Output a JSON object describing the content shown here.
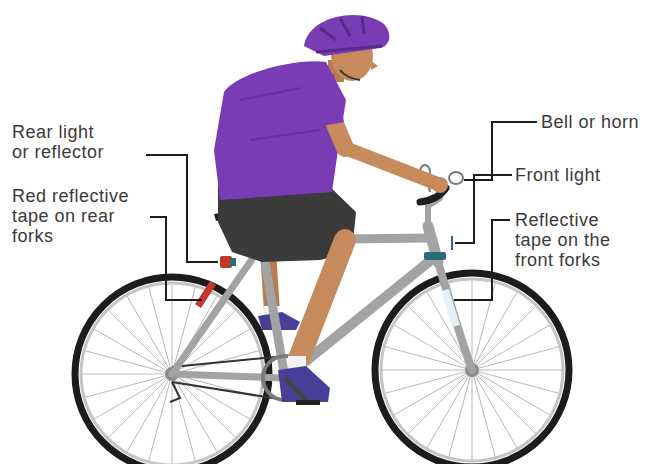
{
  "diagram": {
    "labels": [
      "Rear light or reflector",
      "Red reflective tape on rear forks",
      "Bell or horn",
      "Front light",
      "Reflective tape on the front forks"
    ]
  }
}
